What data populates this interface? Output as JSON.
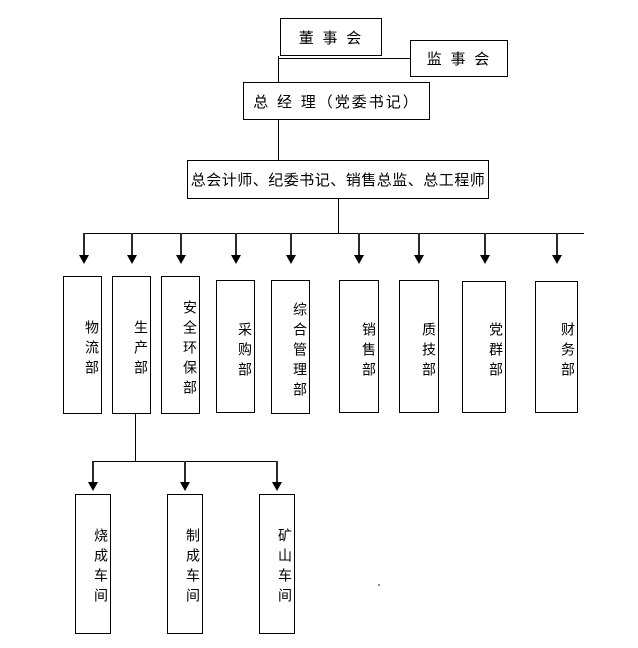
{
  "diagram": {
    "title_board": "董 事 会",
    "supervisory_board": "监 事 会",
    "general_manager": "总 经 理（党委书记）",
    "executives": "总会计师、纪委书记、销售总监、总工程师",
    "departments": [
      {
        "label": "物流部"
      },
      {
        "label": "生产部"
      },
      {
        "label": "安全环保部"
      },
      {
        "label": "采购部"
      },
      {
        "label": "综合管理部"
      },
      {
        "label": "销售部"
      },
      {
        "label": "质技部"
      },
      {
        "label": "党群部"
      },
      {
        "label": "财务部"
      }
    ],
    "workshops": [
      {
        "label": "烧成车间"
      },
      {
        "label": "制成车间"
      },
      {
        "label": "矿山车间"
      }
    ]
  },
  "style": {
    "line_color": "#000000",
    "box_fill": "#ffffff",
    "text_color": "#000000"
  }
}
